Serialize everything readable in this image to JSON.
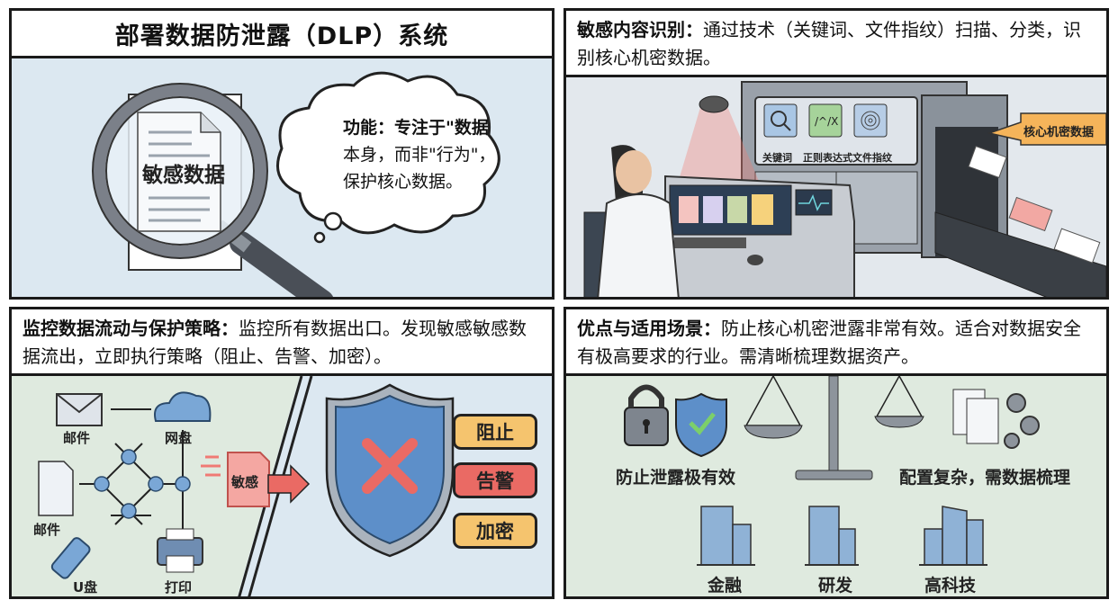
{
  "panels": {
    "intro": {
      "title": "部署数据防泄露（DLP）系统",
      "document_label": "敏感数据",
      "bubble_lines": [
        "功能：专注于\"数据",
        "本身，而非\"行为\"，",
        "保护核心数据。"
      ]
    },
    "identify": {
      "caption_bold": "敏感内容识别：",
      "caption_rest": "通过技术（关键词、文件指纹）扫描、分类，识别核心机密数据。",
      "tiles": [
        {
          "label": "关键词",
          "icon": "magnifier-icon",
          "color": "#a9c6e4"
        },
        {
          "label": "正则表达式",
          "icon": "regex-icon",
          "glyph": "/^/X",
          "color": "#a6d39a"
        },
        {
          "label": "文件指纹",
          "icon": "fingerprint-icon",
          "color": "#b7cde6"
        }
      ],
      "arrow_label": "核心机密数据"
    },
    "monitor": {
      "caption_bold": "监控数据流动与保护策略：",
      "caption_rest": "监控所有数据出口。发现敏感敏感数据流出，立即执行策略（阻止、告警、加密）。",
      "channels": [
        {
          "label": "邮件",
          "icon": "envelope-icon"
        },
        {
          "label": "网盘",
          "icon": "cloud-upload-icon"
        },
        {
          "label": "邮件",
          "icon": "document-icon"
        },
        {
          "label": "U盘",
          "icon": "usb-drive-icon"
        },
        {
          "label": "打印",
          "icon": "printer-icon"
        }
      ],
      "sensitive_file_label": "敏感",
      "actions": [
        {
          "label": "阻止",
          "color": "#f5c46e"
        },
        {
          "label": "告警",
          "color": "#ea6a64"
        },
        {
          "label": "加密",
          "color": "#f5c46e"
        }
      ]
    },
    "pros": {
      "caption_bold": "优点与适用场景：",
      "caption_rest": "防止核心机密泄露非常有效。适合对数据安全有极高要求的行业。需清晰梳理数据资产。",
      "left_label": "防止泄露极有效",
      "right_label": "配置复杂，需数据梳理",
      "industries": [
        "金融",
        "研发",
        "高科技"
      ]
    }
  },
  "colors": {
    "border": "#1a1a1a",
    "panel1_bg": "#dce8f1",
    "panel3_left_bg": "#dfeadf",
    "panel3_right_bg": "#dce8f1",
    "shield_blue": "#5d8fc9",
    "alert_red": "#ea6a64",
    "accent_orange": "#f5b45a"
  }
}
